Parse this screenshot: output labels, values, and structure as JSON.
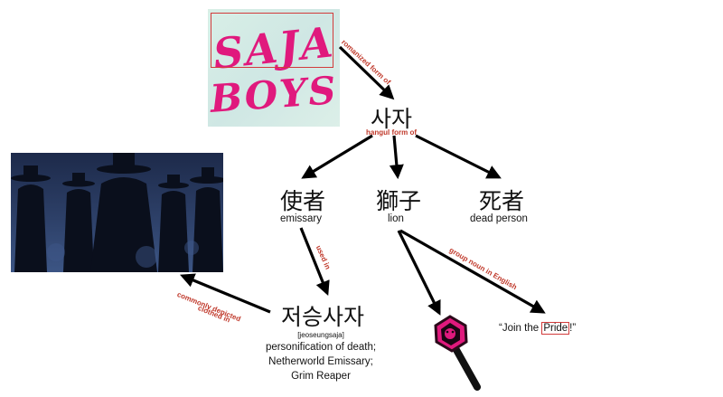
{
  "logo": {
    "line1": "SAJA",
    "line2": "BOYS",
    "pink": "#e0197d"
  },
  "nodes": {
    "sasa": "사자",
    "saja_hanja_emissary": "使者",
    "saja_hanja_lion": "獅子",
    "saja_hanja_dead": "死者",
    "jeoseung": "저승사자"
  },
  "glosses": {
    "emissary": "emissary",
    "lion": "lion",
    "dead": "dead person",
    "romanization": "[jeoseungsaja]",
    "def1": "personification of death;",
    "def2": "Netherworld Emissary;",
    "def3": "Grim Reaper"
  },
  "edges": {
    "romanized": "romanized form of",
    "hangul": "hangul form of",
    "used_in": "used in",
    "group_noun": "group noun in English",
    "depicted_1": "commonly depicted",
    "depicted_2": "clothed in"
  },
  "quote": {
    "open": "“Join the ",
    "word": "Pride",
    "close": "!”"
  },
  "colors": {
    "arrow": "#000000",
    "edge_label": "#c0392b",
    "highlight": "#d23b3b"
  }
}
